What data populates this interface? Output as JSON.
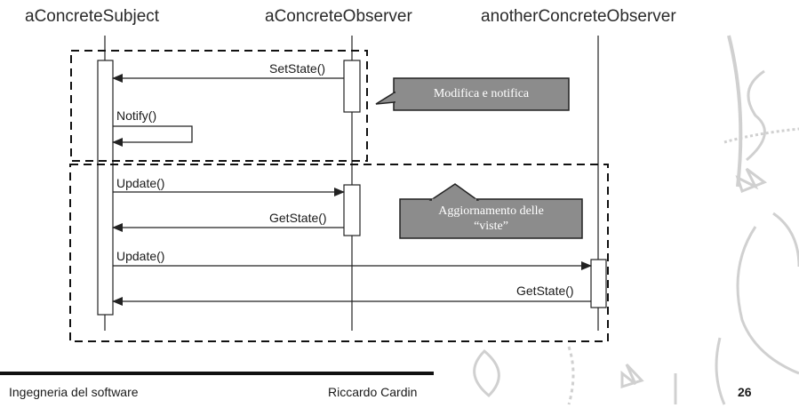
{
  "participants": {
    "subject": "aConcreteSubject",
    "observer": "aConcreteObserver",
    "another_observer": "anotherConcreteObserver"
  },
  "messages": {
    "set_state": "SetState()",
    "notify": "Notify()",
    "update_1": "Update()",
    "get_state_1": "GetState()",
    "update_2": "Update()",
    "get_state_2": "GetState()"
  },
  "callouts": {
    "modify_notify": "Modifica e notifica",
    "update_views_line1": "Aggiornamento delle",
    "update_views_line2": "“viste”"
  },
  "footer": {
    "course": "Ingegneria del software",
    "author": "Riccardo Cardin",
    "page": "26"
  },
  "colors": {
    "callout_fill": "#8c8c8c",
    "line": "#222222"
  }
}
